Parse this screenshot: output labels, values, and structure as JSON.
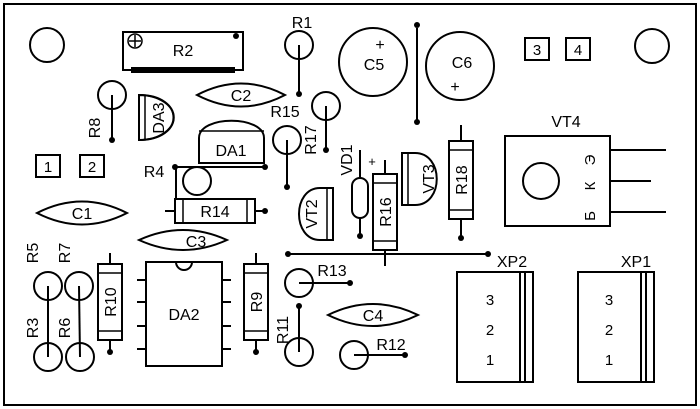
{
  "colors": {
    "stroke": "#000000",
    "background": "#ffffff"
  },
  "labels": {
    "R1": "R1",
    "R2": "R2",
    "R3": "R3",
    "R4": "R4",
    "R5": "R5",
    "R6": "R6",
    "R7": "R7",
    "R8": "R8",
    "R9": "R9",
    "R10": "R10",
    "R11": "R11",
    "R12": "R12",
    "R13": "R13",
    "R14": "R14",
    "R15": "R15",
    "R16": "R16",
    "R17": "R17",
    "R18": "R18",
    "C1": "C1",
    "C2": "C2",
    "C3": "C3",
    "C4": "C4",
    "C5": "C5",
    "C6": "C6",
    "DA1": "DA1",
    "DA2": "DA2",
    "DA3": "DA3",
    "VT2": "VT2",
    "VT3": "VT3",
    "VT4": "VT4",
    "VD1": "VD1",
    "XP1": "XP1",
    "XP2": "XP2",
    "pad1": "1",
    "pad2": "2",
    "pad3": "3",
    "pad4": "4"
  },
  "polarity": {
    "plus": "+"
  },
  "vt4_pins": {
    "e": "Э",
    "k": "К",
    "b": "Б"
  },
  "connector_pins": [
    "3",
    "2",
    "1"
  ]
}
